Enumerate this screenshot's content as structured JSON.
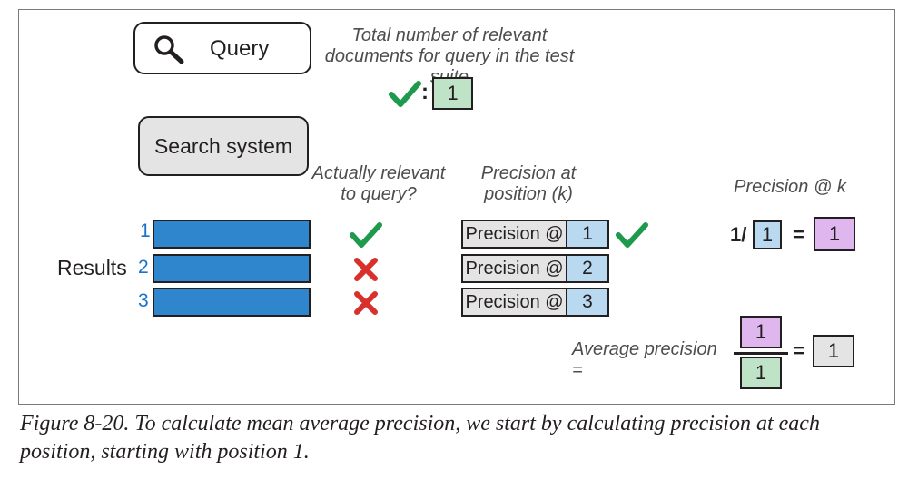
{
  "query": {
    "label": "Query",
    "icon": "magnifier-icon"
  },
  "search_system": {
    "label": "Search system"
  },
  "total_relevant": {
    "caption": "Total number of relevant documents for query in the test suite",
    "colon": ":",
    "value": "1",
    "icon": "checkmark-icon"
  },
  "columns": {
    "relevant": "Actually relevant to query?",
    "precision_at": "Precision at position (k)",
    "precision_k": "Precision @ k"
  },
  "results": {
    "label": "Results",
    "rows": [
      {
        "rank": "1",
        "relevant": true,
        "precision_label": "Precision @",
        "k": "1",
        "checked": true
      },
      {
        "rank": "2",
        "relevant": false,
        "precision_label": "Precision @",
        "k": "2",
        "checked": false
      },
      {
        "rank": "3",
        "relevant": false,
        "precision_label": "Precision @",
        "k": "3",
        "checked": false
      }
    ]
  },
  "precision_formula": {
    "numerator_prefix": "1/",
    "denominator": "1",
    "equals": "=",
    "result": "1"
  },
  "average_precision": {
    "label": "Average precision =",
    "numerator": "1",
    "denominator": "1",
    "equals": "=",
    "result": "1"
  },
  "caption": "Figure 8-20. To calculate mean average precision, we start by calculating precision at each position, starting with position 1.",
  "colors": {
    "bar": "#2f86cc",
    "rank": "#1a73c8",
    "check": "#1e9a4c",
    "cross": "#d9302c",
    "green_box": "#bfe3c7",
    "blue_box": "#b9d9f0",
    "purple_box": "#e0b6ee",
    "gray_box": "#e4e4e4"
  }
}
